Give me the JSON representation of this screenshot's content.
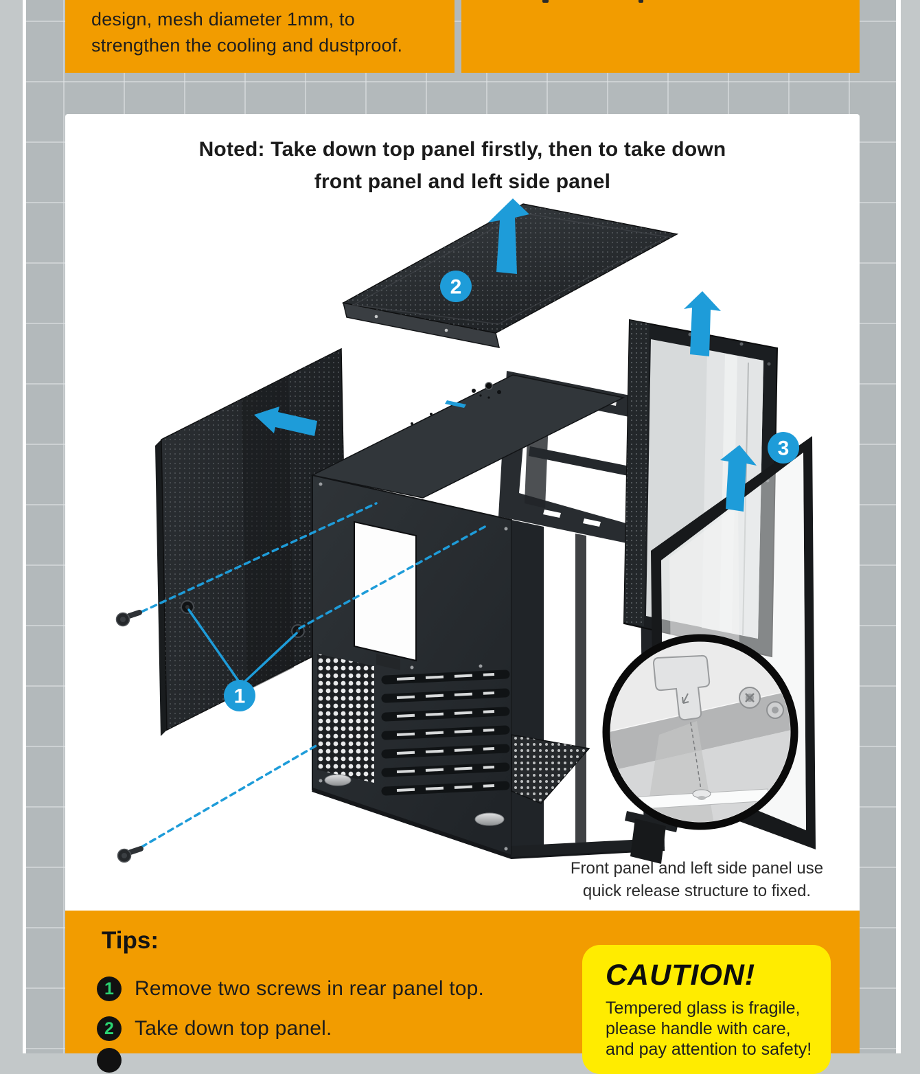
{
  "colors": {
    "orange": "#F29C00",
    "blue": "#1E9CD9",
    "yellow": "#FFEC00",
    "grid_bg": "#B3B9BB",
    "outer_bg": "#C3C8C9",
    "badge_green": "#2BD473",
    "case_dark": "#26292C"
  },
  "top_banner": {
    "left_box_line1": "design, mesh diameter 1mm, to",
    "left_box_line2": "strengthen the cooling and dustproof."
  },
  "note_card": {
    "heading_line1": "Noted: Take down top panel firstly, then to take down",
    "heading_line2": "front panel and left side panel",
    "caption_line1": "Front panel and left side panel use",
    "caption_line2": "quick release structure to fixed."
  },
  "diagram": {
    "badge_screws": "1",
    "badge_top_panel": "2",
    "badge_glass_panels": "3"
  },
  "tips": {
    "heading": "Tips:",
    "items": [
      {
        "num": "1",
        "text": "Remove two screws in rear panel top."
      },
      {
        "num": "2",
        "text": "Take down top panel."
      }
    ],
    "third_item_partially_visible": true
  },
  "caution": {
    "title": "CAUTION!",
    "line1": "Tempered glass is fragile,",
    "line2": "please handle with care,",
    "line3": "and pay attention to safety!"
  }
}
